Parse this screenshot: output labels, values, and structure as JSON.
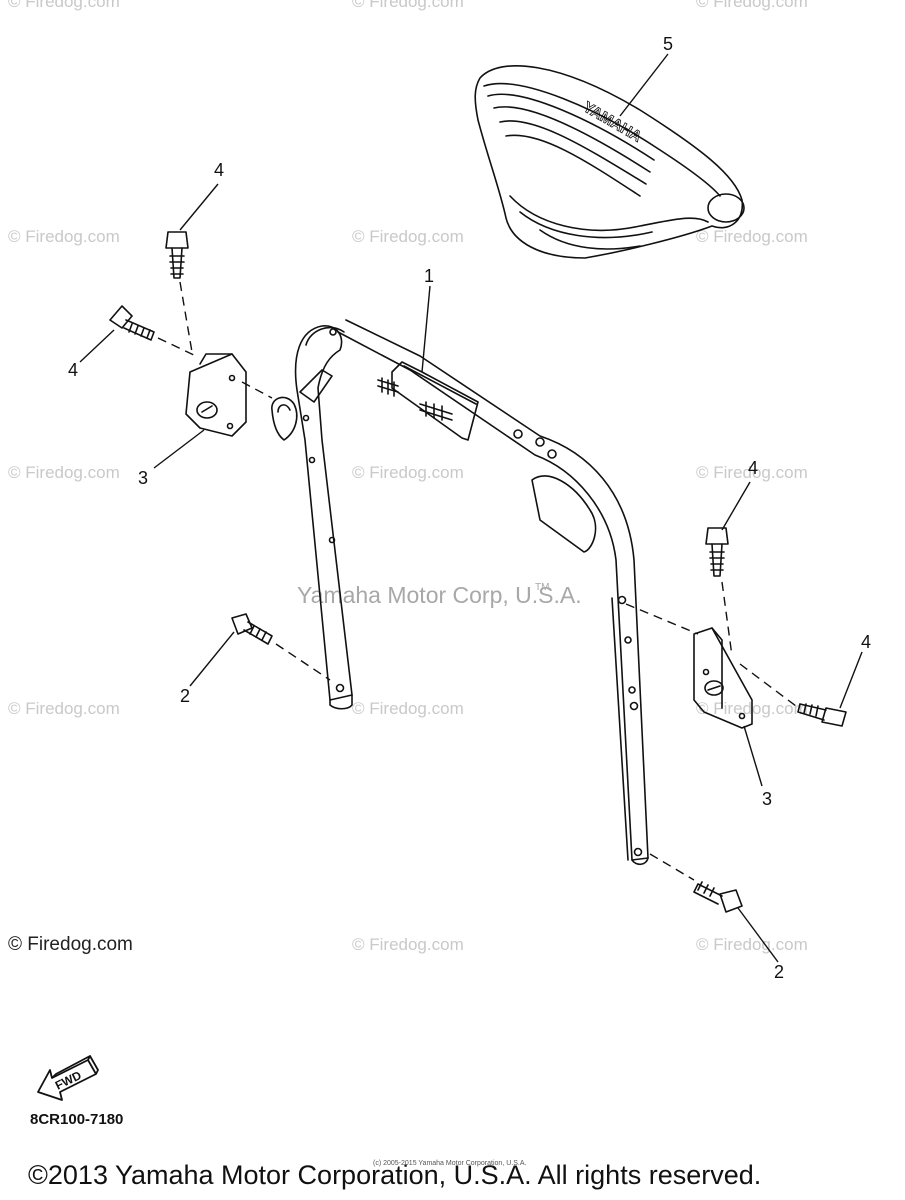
{
  "watermark": "© Firedog.com",
  "center_watermark": "Yamaha Motor Corp, U.S.A.",
  "tm_mark": "TM",
  "callouts": {
    "part1": "1",
    "part2_left": "2",
    "part2_right": "2",
    "part3_left": "3",
    "part3_right": "3",
    "part4_top_left": "4",
    "part4_mid_left": "4",
    "part4_top_right": "4",
    "part4_mid_right": "4",
    "part5": "5"
  },
  "seat_logo": "YAMAHA",
  "fwd_label": "FWD",
  "diagram_code": "8CR100-7180",
  "tiny_notice": "(c) 2005-2015 Yamaha Motor Corporation, U.S.A.",
  "copyright": "©2013 Yamaha Motor Corporation, U.S.A. All rights reserved."
}
